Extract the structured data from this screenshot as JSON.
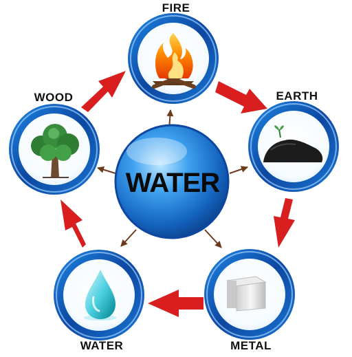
{
  "diagram": {
    "center": {
      "label": "WATER"
    },
    "nodes": [
      {
        "id": "fire",
        "label": "FIRE",
        "icon": "fire-icon"
      },
      {
        "id": "earth",
        "label": "EARTH",
        "icon": "rock-icon"
      },
      {
        "id": "metal",
        "label": "METAL",
        "icon": "metal-block-icon"
      },
      {
        "id": "water",
        "label": "WATER",
        "icon": "water-drop-icon"
      },
      {
        "id": "wood",
        "label": "WOOD",
        "icon": "tree-icon"
      }
    ],
    "cycle": [
      "fire",
      "earth",
      "metal",
      "water",
      "wood"
    ],
    "colors": {
      "cycle_arrow": "#d81e1e",
      "ring_blue": "#1565c0",
      "center_blue": "#1e88e5",
      "spoke_arrow": "#6d3a1c"
    }
  }
}
